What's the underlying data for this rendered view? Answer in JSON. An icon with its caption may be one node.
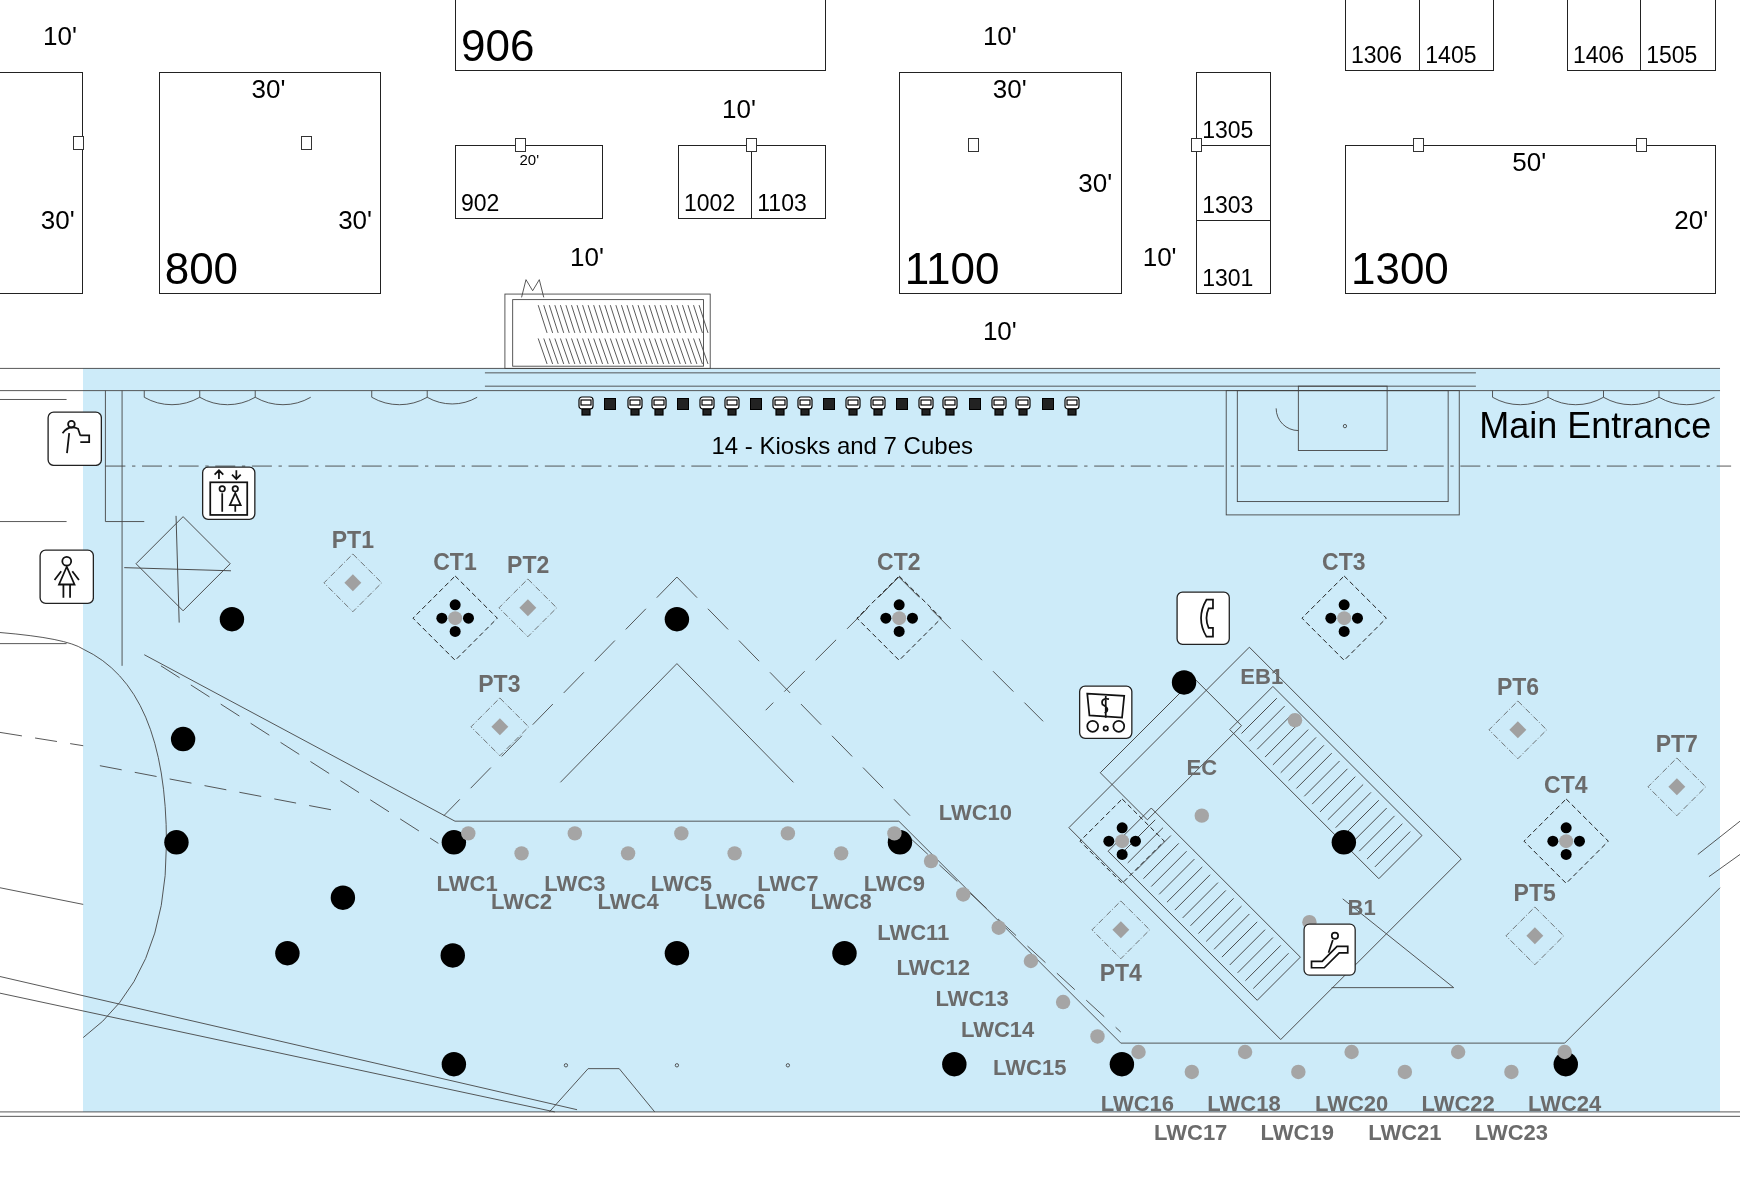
{
  "diagram": {
    "nodes": [
      {
        "text": [
          "906"
        ]
      },
      {
        "text": [
          "1306"
        ]
      },
      {
        "text": [
          "1405"
        ]
      },
      {
        "text": [
          "1406"
        ]
      },
      {
        "text": [
          "1505"
        ]
      },
      {
        "text": [],
        "shape": "box"
      },
      {
        "text": [
          "800"
        ]
      },
      {
        "text": [
          "1100"
        ]
      },
      {
        "text": [
          "1305"
        ]
      },
      {
        "text": [
          "1303"
        ]
      },
      {
        "text": [
          "1301"
        ]
      },
      {
        "text": [
          "902"
        ]
      },
      {
        "text": [
          "1002"
        ]
      },
      {
        "text": [
          "1103"
        ]
      },
      {
        "text": [
          "1300"
        ]
      },
      {
        "text": [
          "PT1"
        ]
      },
      {
        "text": [
          "PT2"
        ]
      },
      {
        "text": [
          "CT1"
        ]
      },
      {
        "text": [
          "CT2"
        ]
      },
      {
        "text": [
          "CT3"
        ]
      },
      {
        "text": [
          "PT3"
        ]
      },
      {
        "text": [
          "PT6"
        ]
      },
      {
        "text": [
          "PT7"
        ]
      },
      {
        "text": [
          "CT4"
        ]
      },
      {
        "text": [],
        "shape": "diamond"
      },
      {
        "text": [
          "PT5"
        ]
      },
      {
        "text": [
          "PT4"
        ]
      }
    ],
    "labels": [
      "10'",
      "10'",
      "30'",
      "30'",
      "10'",
      "20'",
      "50'",
      "30'",
      "30'",
      "30'",
      "20'",
      "10'",
      "10'",
      "10'",
      "Main Entrance",
      "14 - Kiosks and 7 Cubes",
      "EB1",
      "EC",
      "LWC10",
      "LWC1",
      "LWC3",
      "LWC5",
      "LWC7",
      "LWC9",
      "LWC2",
      "LWC4",
      "LWC6",
      "LWC8",
      "LWC11",
      "LWC12",
      "LWC13",
      "LWC14",
      "LWC15",
      "LWC16",
      "LWC18",
      "LWC20",
      "LWC22",
      "LWC24",
      "LWC17",
      "LWC19",
      "LWC21",
      "LWC23",
      "B1"
    ]
  }
}
